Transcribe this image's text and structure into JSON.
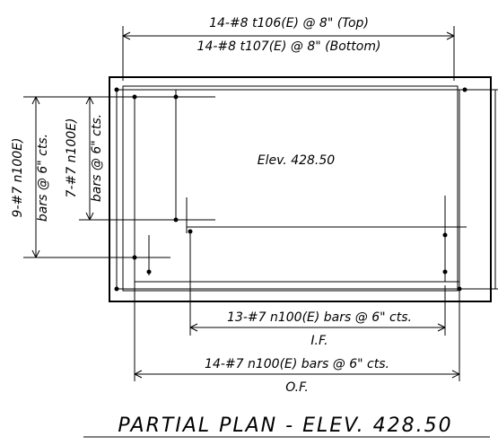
{
  "labels": {
    "top_bars_top": "14-#8 t106(E) @ 8\" (Top)",
    "top_bars_bottom": "14-#8 t107(E) @ 8\" (Bottom)",
    "elevation": "Elev. 428.50",
    "left_outer_line1": "9-#7 n100E)",
    "left_outer_line2": "bars @ 6\" cts.",
    "left_inner_line1": "7-#7 n100E)",
    "left_inner_line2": "bars @ 6\" cts.",
    "bottom_inner_bars": "13-#7 n100(E) bars @ 6\" cts.",
    "inner_face": "I.F.",
    "bottom_outer_bars": "14-#7 n100(E) bars @ 6\" cts.",
    "outer_face": "O.F.",
    "title": "PARTIAL PLAN - ELEV. 428.50"
  }
}
